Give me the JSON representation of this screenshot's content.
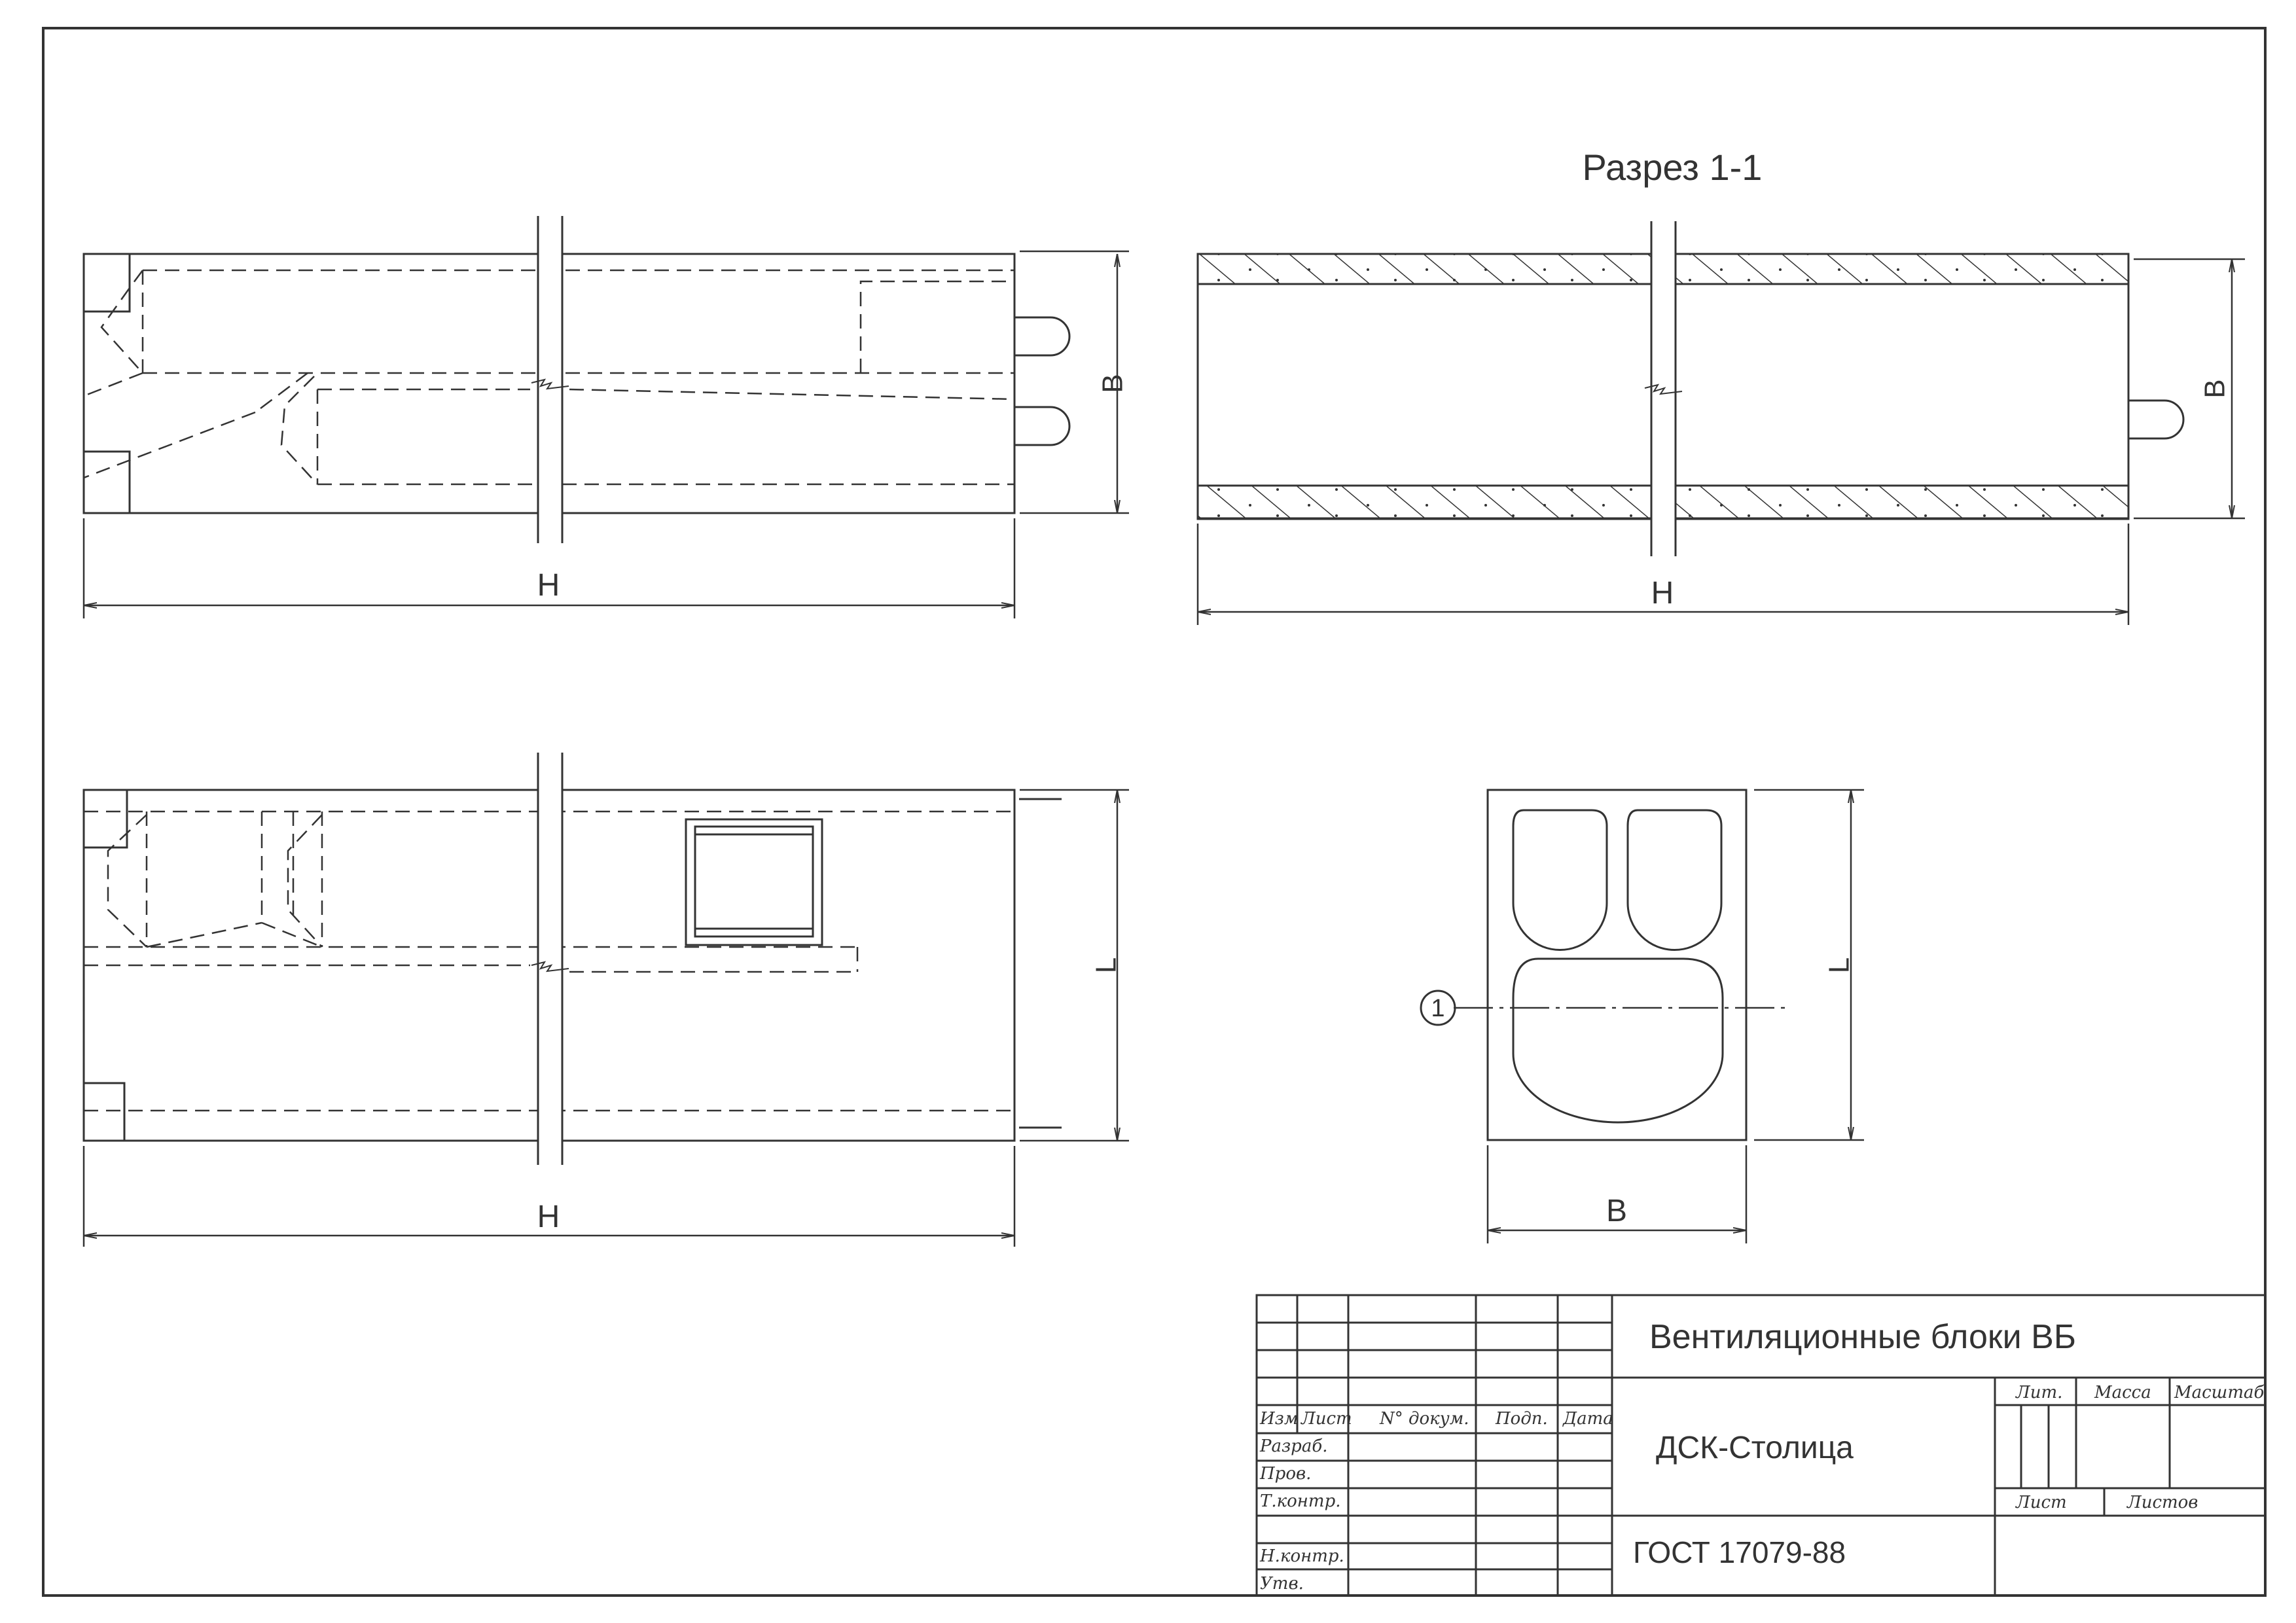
{
  "colors": {
    "line": "#333333",
    "background": "#ffffff"
  },
  "views": {
    "section_title": "Разрез 1-1",
    "dim_h": "H",
    "dim_b": "B",
    "dim_l": "L",
    "callout_1": "1"
  },
  "title_block": {
    "name": "Вентиляционные блоки ВБ",
    "organization": "ДСК-Столица",
    "standard": "ГОСТ 17079-88",
    "col_izm": "Изм",
    "col_list": "Лист",
    "col_doc": "N° докум.",
    "col_sign": "Подп.",
    "col_date": "Дата",
    "row_razrab": "Разраб.",
    "row_prov": "Пров.",
    "row_tkontr": "Т.контр.",
    "row_nkontr": "Н.контр.",
    "row_utv": "Утв.",
    "lit": "Лит.",
    "massa": "Масса",
    "masshtab": "Масштаб",
    "sheet": "Лист",
    "sheets": "Листов"
  }
}
